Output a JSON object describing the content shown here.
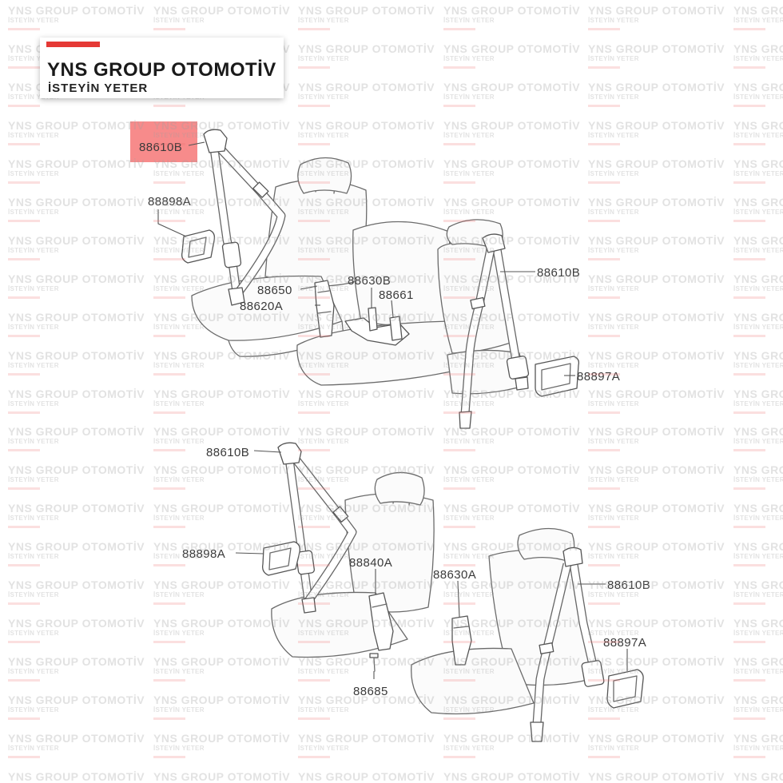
{
  "brand": {
    "title": "YNS GROUP OTOMOTİV",
    "tagline": "İSTEYİN YETER",
    "accent_color": "#e53935"
  },
  "watermark": {
    "line1": "YNS GROUP OTOMOTİV",
    "line2": "İSTEYİN YETER"
  },
  "diagram": {
    "highlight_color": "#f78b8b",
    "labels": [
      "88610B",
      "88898A",
      "88650",
      "88630B",
      "88661",
      "88620A",
      "88610B",
      "88897A",
      "88610B",
      "88898A",
      "88840A",
      "88630A",
      "88610B",
      "88897A",
      "88685"
    ]
  }
}
